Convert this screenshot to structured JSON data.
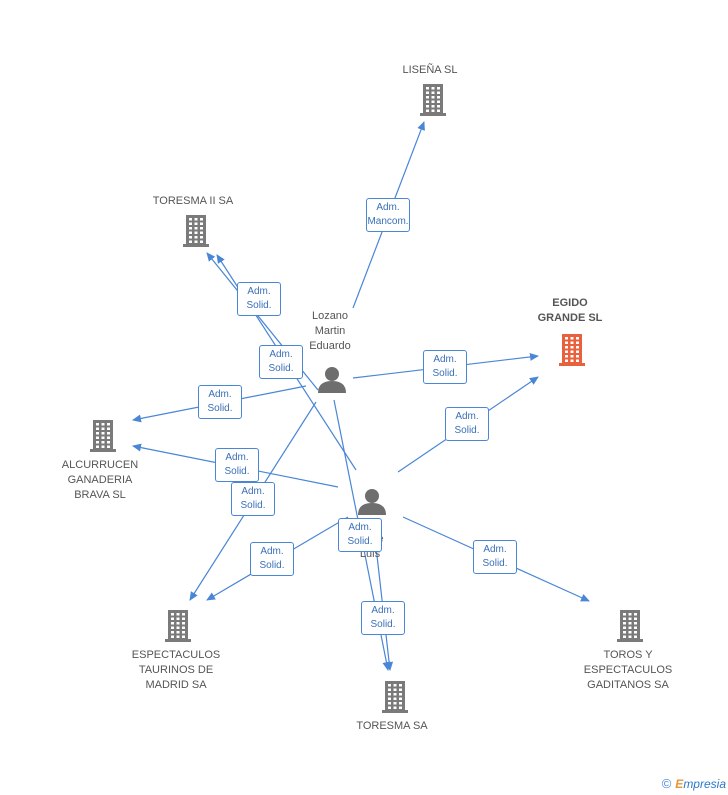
{
  "colors": {
    "edge": "#4a86d6",
    "company": "#7a7a7a",
    "focus_company": "#e8603c",
    "person": "#6e6e6e"
  },
  "nodes": {
    "lisena": {
      "label": "LISEÑA SL",
      "kind": "company"
    },
    "toresma2": {
      "label": "TORESMA II SA",
      "kind": "company"
    },
    "egido": {
      "label": "EGIDO\nGRANDE SL",
      "kind": "company-focus"
    },
    "alcurrucen": {
      "label": "ALCURRUCEN\nGANADERIA\nBRAVA SL",
      "kind": "company"
    },
    "espectaculos_madrid": {
      "label": "ESPECTACULOS\nTAURINOS DE\nMADRID SA",
      "kind": "company"
    },
    "toresma": {
      "label": "TORESMA SA",
      "kind": "company"
    },
    "toros": {
      "label": "TOROS Y\nESPECTACULOS\nGADITANOS SA",
      "kind": "company"
    },
    "lozano": {
      "label": "Lozano\nMartin\nEduardo",
      "kind": "person"
    },
    "jose": {
      "label": "...\n...ose\nLuis",
      "kind": "person"
    }
  },
  "edges": [
    {
      "from": "lozano",
      "to": "lisena",
      "role": "Adm.\nMancom."
    },
    {
      "from": "lozano",
      "to": "toresma2",
      "role": "Adm.\nSolid."
    },
    {
      "from": "jose",
      "to": "toresma2",
      "role": "Adm.\nSolid."
    },
    {
      "from": "lozano",
      "to": "egido",
      "role": "Adm.\nSolid."
    },
    {
      "from": "jose",
      "to": "egido",
      "role": "Adm.\nSolid."
    },
    {
      "from": "lozano",
      "to": "alcurrucen",
      "role": "Adm.\nSolid."
    },
    {
      "from": "jose",
      "to": "alcurrucen",
      "role": "Adm.\nSolid."
    },
    {
      "from": "lozano",
      "to": "espectaculos_madrid",
      "role": "Adm.\nSolid."
    },
    {
      "from": "jose",
      "to": "espectaculos_madrid",
      "role": "Adm.\nSolid."
    },
    {
      "from": "lozano",
      "to": "toresma",
      "role": "Adm.\nSolid."
    },
    {
      "from": "jose",
      "to": "toresma",
      "role": "Adm.\nSolid."
    },
    {
      "from": "jose",
      "to": "toros",
      "role": "Adm.\nSolid."
    }
  ],
  "footer": {
    "copyright": "©",
    "brand_first": "E",
    "brand_rest": "mpresia"
  }
}
